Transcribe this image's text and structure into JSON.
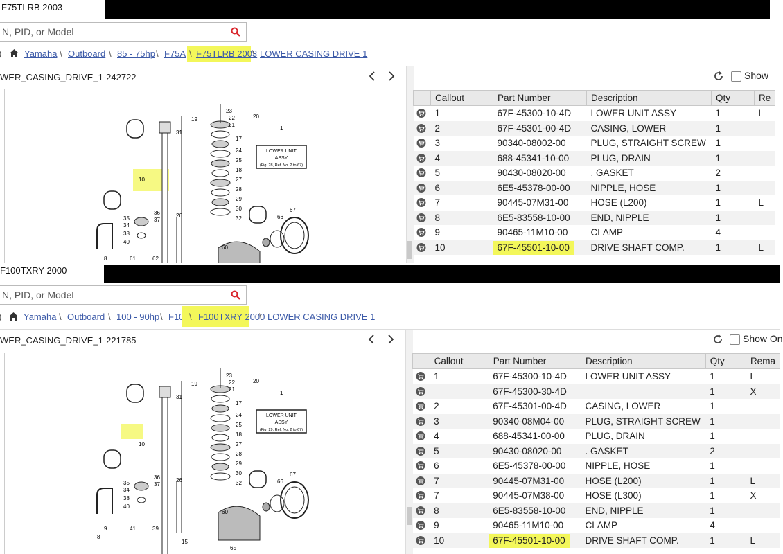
{
  "panel1": {
    "title": "F75TLRB 2003",
    "search_placeholder": "N, PID, or Model",
    "breadcrumb": [
      "Yamaha",
      "Outboard",
      "85 - 75hp",
      "F75A",
      "F75TLRB 2003",
      "LOWER CASING DRIVE 1"
    ],
    "view_title": "WER_CASING_DRIVE_1-242722",
    "show_label": "Show",
    "columns": [
      "Callout",
      "Part Number",
      "Description",
      "Qty",
      "Re"
    ],
    "rows": [
      {
        "callout": "1",
        "part": "67F-45300-10-4D",
        "desc": "LOWER UNIT ASSY",
        "qty": "1",
        "rem": "L"
      },
      {
        "callout": "2",
        "part": "67F-45301-00-4D",
        "desc": "CASING, LOWER",
        "qty": "1",
        "rem": ""
      },
      {
        "callout": "3",
        "part": "90340-08002-00",
        "desc": "PLUG, STRAIGHT SCREW",
        "qty": "1",
        "rem": ""
      },
      {
        "callout": "4",
        "part": "688-45341-10-00",
        "desc": "PLUG, DRAIN",
        "qty": "1",
        "rem": ""
      },
      {
        "callout": "5",
        "part": "90430-08020-00",
        "desc": ". GASKET",
        "qty": "2",
        "rem": ""
      },
      {
        "callout": "6",
        "part": "6E5-45378-00-00",
        "desc": "NIPPLE, HOSE",
        "qty": "1",
        "rem": ""
      },
      {
        "callout": "7",
        "part": "90445-07M31-00",
        "desc": "HOSE (L200)",
        "qty": "1",
        "rem": "L"
      },
      {
        "callout": "8",
        "part": "6E5-83558-10-00",
        "desc": "END, NIPPLE",
        "qty": "1",
        "rem": ""
      },
      {
        "callout": "9",
        "part": "90465-11M10-00",
        "desc": "CLAMP",
        "qty": "4",
        "rem": ""
      },
      {
        "callout": "10",
        "part": "67F-45501-10-00",
        "desc": "DRIVE SHAFT COMP.",
        "qty": "1",
        "rem": "L"
      }
    ],
    "diagram": {
      "box_lines": [
        "LOWER UNIT",
        "ASSY",
        "(Fig. 28, Ref. No. 2 to 67)"
      ],
      "callouts": [
        "23",
        "22",
        "21",
        "20",
        "19",
        "1",
        "31",
        "17",
        "24",
        "25",
        "18",
        "27",
        "28",
        "29",
        "30",
        "32",
        "10",
        "36",
        "37",
        "35",
        "34",
        "26",
        "38",
        "40",
        "66",
        "67",
        "60",
        "62",
        "61",
        "8"
      ]
    }
  },
  "panel2": {
    "title": "F100TXRY 2000",
    "search_placeholder": "N, PID, or Model",
    "breadcrumb": [
      "Yamaha",
      "Outboard",
      "100 - 90hp",
      "F100",
      "F100TXRY 2000",
      "LOWER CASING DRIVE 1"
    ],
    "view_title": "WER_CASING_DRIVE_1-221785",
    "show_label": "Show On",
    "columns": [
      "Callout",
      "Part Number",
      "Description",
      "Qty",
      "Rema"
    ],
    "rows": [
      {
        "callout": "1",
        "part": "67F-45300-10-4D",
        "desc": "LOWER UNIT ASSY",
        "qty": "1",
        "rem": "L"
      },
      {
        "callout": "",
        "part": "67F-45300-30-4D",
        "desc": "",
        "qty": "1",
        "rem": "X"
      },
      {
        "callout": "2",
        "part": "67F-45301-00-4D",
        "desc": "CASING, LOWER",
        "qty": "1",
        "rem": ""
      },
      {
        "callout": "3",
        "part": "90340-08M04-00",
        "desc": "PLUG, STRAIGHT SCREW",
        "qty": "1",
        "rem": ""
      },
      {
        "callout": "4",
        "part": "688-45341-00-00",
        "desc": "PLUG, DRAIN",
        "qty": "1",
        "rem": ""
      },
      {
        "callout": "5",
        "part": "90430-08020-00",
        "desc": ". GASKET",
        "qty": "2",
        "rem": ""
      },
      {
        "callout": "6",
        "part": "6E5-45378-00-00",
        "desc": "NIPPLE, HOSE",
        "qty": "1",
        "rem": ""
      },
      {
        "callout": "7",
        "part": "90445-07M31-00",
        "desc": "HOSE (L200)",
        "qty": "1",
        "rem": "L"
      },
      {
        "callout": "7",
        "part": "90445-07M38-00",
        "desc": "HOSE (L300)",
        "qty": "1",
        "rem": "X"
      },
      {
        "callout": "8",
        "part": "6E5-83558-10-00",
        "desc": "END, NIPPLE",
        "qty": "1",
        "rem": ""
      },
      {
        "callout": "9",
        "part": "90465-11M10-00",
        "desc": "CLAMP",
        "qty": "4",
        "rem": ""
      },
      {
        "callout": "10",
        "part": "67F-45501-10-00",
        "desc": "DRIVE SHAFT COMP.",
        "qty": "1",
        "rem": "L"
      }
    ],
    "diagram": {
      "box_lines": [
        "LOWER UNIT",
        "ASSY",
        "(Fig. 29, Ref. No. 2 to 67)"
      ],
      "callouts": [
        "23",
        "22",
        "21",
        "20",
        "19",
        "1",
        "31",
        "17",
        "24",
        "25",
        "18",
        "27",
        "28",
        "29",
        "30",
        "32",
        "10",
        "36",
        "37",
        "35",
        "34",
        "26",
        "38",
        "40",
        "66",
        "67",
        "60",
        "39",
        "41",
        "9",
        "8",
        "15",
        "65"
      ]
    }
  },
  "colors": {
    "highlight": "#f3f75a",
    "link": "#3c5aa8",
    "header_bg": "#e9e9e9",
    "search_icon": "#d9262c"
  },
  "icons": [
    "search-icon",
    "home-icon",
    "chevron-left-icon",
    "chevron-right-icon",
    "refresh-icon",
    "cart-icon"
  ]
}
